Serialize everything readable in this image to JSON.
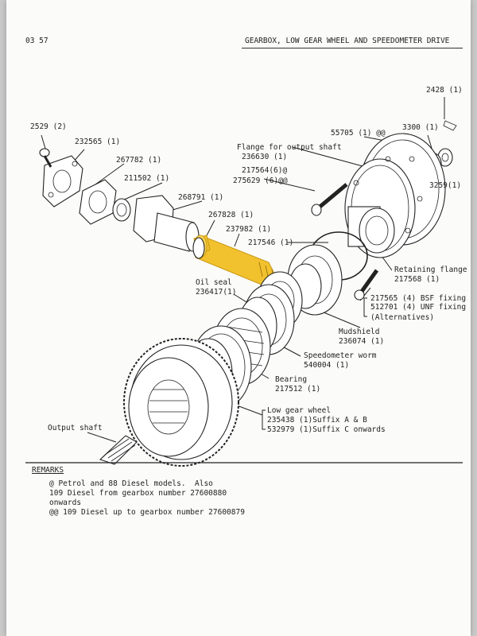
{
  "header": {
    "page_number": "03 57",
    "title": "GEARBOX, LOW GEAR WHEEL AND SPEEDOMETER DRIVE"
  },
  "labels": {
    "p2428": "2428 (1)",
    "p2529": "2529 (2)",
    "p232565": "232565 (1)",
    "p55705": "55705 (1) @@",
    "p3300": "3300 (1)",
    "flange_name": "Flange for output shaft",
    "flange_num": "236630 (1)",
    "p267782": "267782 (1)",
    "p217564": "217564(6)@",
    "p275629": "275629 (6)@@",
    "p3259": "3259(1)",
    "p211502": "211502 (1)",
    "p268791": "268791 (1)",
    "p267828": "267828 (1)",
    "p237982": "237982 (1)",
    "p217546": "217546 (1)",
    "retaining_name": "Retaining flange",
    "retaining_num": "217568 (1)",
    "oil_seal_name": "Oil seal",
    "oil_seal_num": "236417(1)",
    "p217565": "217565 (4) BSF fixing",
    "p512701": "512701 (4) UNF fixing",
    "alternatives": "(Alternatives)",
    "mudshield_name": "Mudshield",
    "mudshield_num": "236074 (1)",
    "worm_name": "Speedometer worm",
    "worm_num": "540004 (1)",
    "bearing_name": "Bearing",
    "bearing_num": "217512 (1)",
    "lowgear_name": "Low gear wheel",
    "lowgear_a": "235438 (1)Suffix A & B",
    "lowgear_c": "532979 (1)Suffix C onwards",
    "output_shaft": "Output shaft"
  },
  "remarks": {
    "title": "REMARKS",
    "line1": "@ Petrol and 88 Diesel models.  Also",
    "line2": "109 Diesel from gearbox number 27600880",
    "line3": "onwards",
    "line4": "@@ 109 Diesel up to gearbox number 27600879"
  },
  "colors": {
    "highlight": "#f2c12e",
    "ink": "#222222",
    "paper": "#fbfbf9"
  }
}
